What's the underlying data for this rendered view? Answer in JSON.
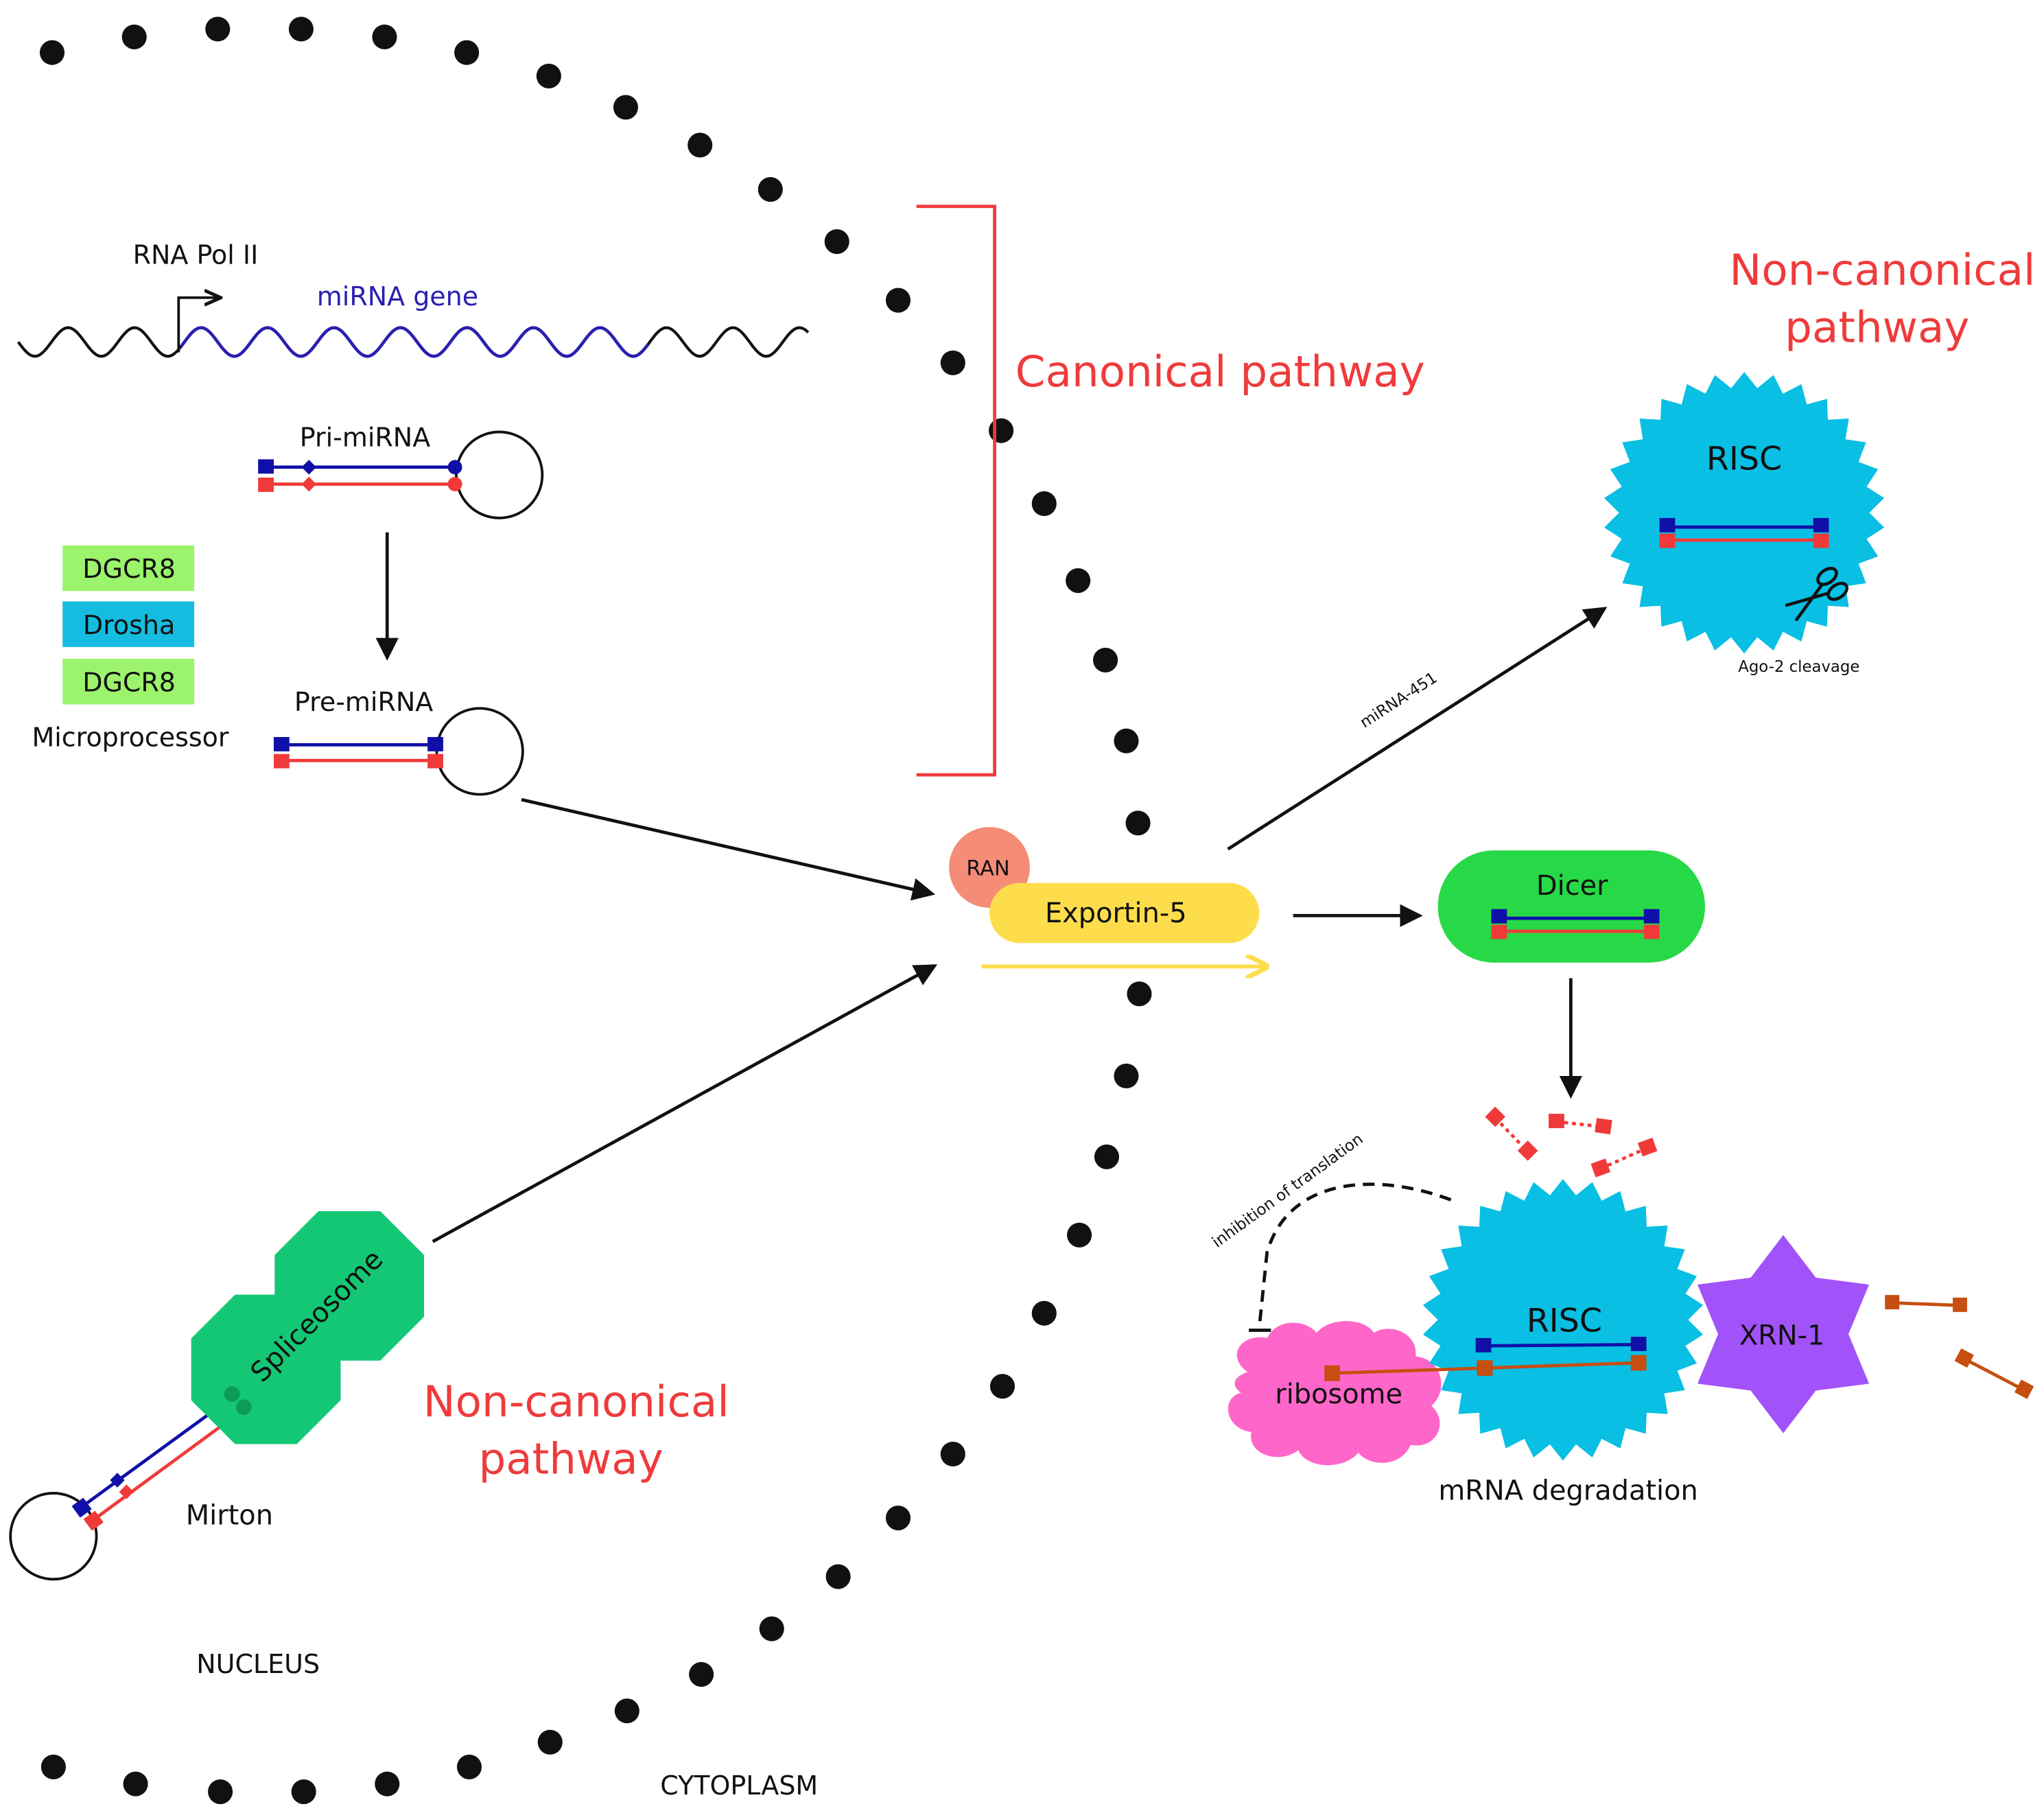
{
  "labels": {
    "rna_pol": "RNA Pol II",
    "mirna_gene": "miRNA gene",
    "pri_mirna": "Pri-miRNA",
    "pre_mirna": "Pre-miRNA",
    "dgcr8_top": "DGCR8",
    "drosha": "Drosha",
    "dgcr8_bottom": "DGCR8",
    "microprocessor": "Microprocessor",
    "canonical": "Canonical pathway",
    "noncanonical_top_1": "Non-canonical",
    "noncanonical_top_2": "pathway",
    "noncanonical_bottom_1": "Non-canonical",
    "noncanonical_bottom_2": "pathway",
    "risc_top": "RISC",
    "ago2": "Ago-2 cleavage",
    "mirna451": "miRNA-451",
    "ran": "RAN",
    "exportin": "Exportin-5",
    "dicer": "Dicer",
    "inhibition": "inhibition of translation",
    "risc_bottom": "RISC",
    "ribosome": "ribosome",
    "xrn1": "XRN-1",
    "mrna_degradation": "mRNA degradation",
    "spliceosome": "Spliceosome",
    "mirton": "Mirton",
    "nucleus": "NUCLEUS",
    "cytoplasm": "CYTOPLASM"
  },
  "icons": {
    "scissors": "scissors-icon"
  },
  "colors": {
    "title_red": "#ef3b3b",
    "gene_blue": "#2a1fb0",
    "strand_blue": "#1010a8",
    "strand_red": "#f03a3a",
    "dgcr8_green": "#9cf36c",
    "drosha_cyan": "#14bde0",
    "risc_cyan": "#09bfe3",
    "ran_salmon": "#f58c78",
    "exportin_yellow": "#fddd4c",
    "dicer_green": "#27d946",
    "spliceosome_green": "#13c774",
    "ribosome_pink": "#ff66c9",
    "xrn1_purple": "#a152f9",
    "mrna_brown": "#c54e10"
  }
}
